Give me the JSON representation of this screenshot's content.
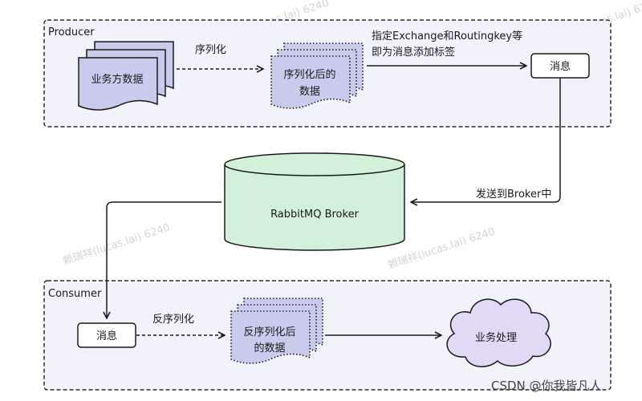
{
  "sections": {
    "producer": "Producer",
    "consumer": "Consumer"
  },
  "nodes": {
    "business_data": "业务方数据",
    "serialized_line1": "序列化后的",
    "serialized_line2": "数据",
    "message_producer": "消息",
    "broker": "RabbitMQ Broker",
    "message_consumer": "消息",
    "deserialized_line1": "反序列化后",
    "deserialized_line2": "的数据",
    "business_processing": "业务处理"
  },
  "edges": {
    "serialize": "序列化",
    "tag_line1": "指定Exchange和Routingkey等",
    "tag_line2": "即为消息添加标签",
    "send_to_broker": "发送到Broker中",
    "deserialize": "反序列化"
  },
  "watermark": "赖瑞祥(lucas.lai) 6240",
  "credit": "CSDN @你我皆凡人",
  "colors": {
    "section_fill": "#f1f2fa",
    "doc_fill": "#c8cbec",
    "broker_fill": "#d3f1d9",
    "cloud_fill": "#e2d9f6"
  }
}
